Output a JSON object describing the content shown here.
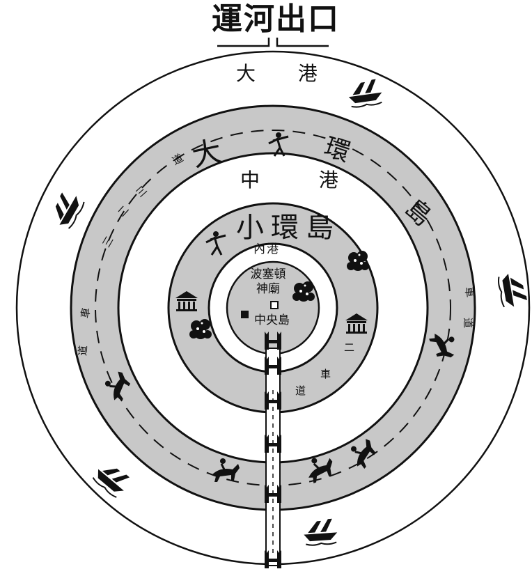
{
  "diagram": {
    "title": "運河出口",
    "labels": {
      "large_harbor": "大 港",
      "middle_harbor": "中 港",
      "inner_harbor": "內港",
      "small_ring_island": "小環島",
      "temple": "波塞頓神廟",
      "central_island": "中央島",
      "large_ring_island_chars": [
        "大",
        "環",
        "島"
      ],
      "outer_road_left_chars": [
        "道",
        "三",
        "二",
        "三",
        "車",
        "道"
      ],
      "outer_road_right_chars": [
        "車",
        "道"
      ],
      "inner_road_chars": [
        "二",
        "車",
        "道"
      ]
    },
    "icon_names": [
      "ship-icon",
      "horse-rider-icon",
      "soldier-icon",
      "temple-building-icon",
      "tree-icon",
      "gate-tower-icon",
      "square-marker-icon"
    ],
    "colors": {
      "ring_fill": "#c8c8c8",
      "water": "#ffffff",
      "ink": "#111111"
    }
  }
}
